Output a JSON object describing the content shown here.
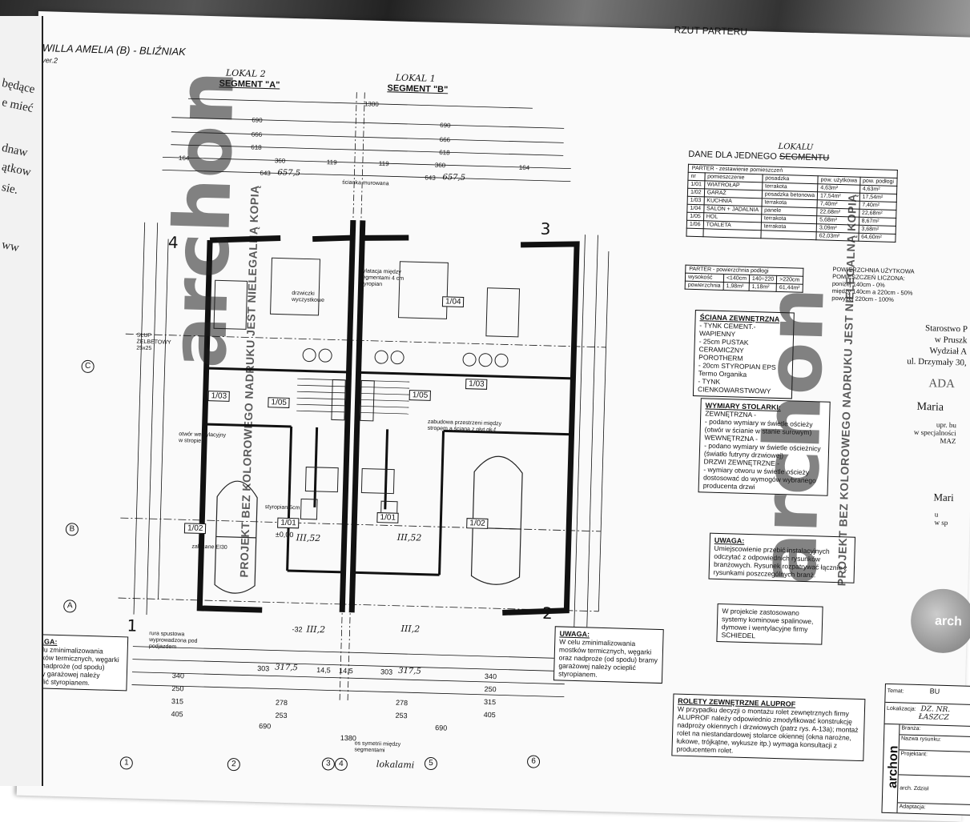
{
  "header": {
    "title": "WILLA AMELIA (B) - BLIŹNIAK",
    "version": "ver.2",
    "sheet_title": "RZUT PARTERU"
  },
  "segments": {
    "a": {
      "label": "SEGMENT \"A\"",
      "handwritten": "LOKAL 2"
    },
    "b": {
      "label": "SEGMENT \"B\"",
      "handwritten": "LOKAL 1"
    }
  },
  "left_page_text": [
    "będące",
    "e mieć",
    "dnaw",
    "ątkow",
    "sie.",
    "ww"
  ],
  "corner_numbers": [
    "4",
    "3",
    "1",
    "2"
  ],
  "axis_labels": [
    "1",
    "2",
    "3",
    "4",
    "5",
    "6",
    "A",
    "B",
    "C"
  ],
  "top_dims": [
    "1380",
    "690",
    "690",
    "666",
    "666",
    "618",
    "618",
    "360",
    "360",
    "119",
    "119",
    "164",
    "164",
    "643",
    "657,5",
    "643",
    "657,5"
  ],
  "bottom_dims": [
    "303",
    "317,5",
    "14,5",
    "14,5",
    "303",
    "317,5",
    "340",
    "340",
    "250",
    "250",
    "315",
    "315",
    "405",
    "405",
    "253",
    "253",
    "278",
    "278",
    "690",
    "690",
    "1380"
  ],
  "rooms": [
    {
      "id": "1/03",
      "side": "a"
    },
    {
      "id": "1/05",
      "side": "a"
    },
    {
      "id": "1/02",
      "side": "a"
    },
    {
      "id": "1/01",
      "side": "a"
    },
    {
      "id": "1/04",
      "side": "b"
    },
    {
      "id": "1/03",
      "side": "b"
    },
    {
      "id": "1/05",
      "side": "b"
    },
    {
      "id": "1/01",
      "side": "b"
    },
    {
      "id": "1/02",
      "side": "b"
    }
  ],
  "plan_notes": [
    "ścianka murowana",
    "dylatacja między segmentami 4 cm styropian",
    "drzwiczki wyczystkowe",
    "SŁUP ŻELBETOWY 25x25",
    "otwór wentylacyjny w stropie",
    "zabudowa przestrzeni między stropem a ścianą z płyt gk-f",
    "zalecane EI30",
    "rura spustowa wyprowadzona pod podjazdem",
    "os symetrii między segmentami",
    "±0,00",
    "-32",
    "styropian 5cm"
  ],
  "handwritten_levels": [
    "III,2",
    "III,2",
    "III,52",
    "III,52",
    "lokalami"
  ],
  "uwaga_left": {
    "title": "UWAGA:",
    "text": "W celu zminimalizowania mostków termicznych, węgarki oraz nadproże (od spodu) bramy garażowej należy ocieplić styropianem."
  },
  "uwaga_right": {
    "title": "UWAGA:",
    "text": "W celu zminimalizowania mostków termicznych, węgarki oraz nadproże (od spodu) bramy garażowej należy ocieplić styropianem."
  },
  "dane": {
    "title": "DANE DLA JEDNEGO",
    "title_struck": "SEGMENTU",
    "title_hand": "LOKALU",
    "table_caption": "PARTER - zestawienie pomieszczeń",
    "headers": [
      "nr",
      "pomieszczenie",
      "posadzka",
      "pow. użytkowa",
      "pow. podłogi"
    ],
    "rows": [
      [
        "1/01",
        "WIATROŁAP",
        "terrakota",
        "4,63m²",
        "4,63m²"
      ],
      [
        "1/02",
        "GARAŻ",
        "posadzka betonowa",
        "17,54m²",
        "17,54m²"
      ],
      [
        "1/03",
        "KUCHNIA",
        "terrakota",
        "7,40m²",
        "7,40m²"
      ],
      [
        "1/04",
        "SALON + JADALNIA",
        "panele",
        "22,68m²",
        "22,68m²"
      ],
      [
        "1/05",
        "HOL",
        "terrakota",
        "5,68m²",
        "8,67m²"
      ],
      [
        "1/06",
        "TOALETA",
        "terrakota",
        "3,09m²",
        "3,68m²"
      ],
      [
        "",
        "",
        "",
        "62,03m²",
        "64,60m²"
      ]
    ]
  },
  "podlogi": {
    "caption": "PARTER - powierzchnia podłogi",
    "headers": [
      "wysokość",
      "<140cm",
      "140÷220",
      ">220cm"
    ],
    "values": [
      "powierzchnia",
      "1,98m²",
      "1,18m²",
      "61,44m²"
    ]
  },
  "powierzchnia": {
    "title": "POWIERZCHNIA UŻYTKOWA",
    "subtitle": "POMIESZCZEŃ LICZONA:",
    "lines": [
      "poniżej 140cm - 0%",
      "między 140cm a 220cm - 50%",
      "powyżej 220cm - 100%"
    ]
  },
  "sciana": {
    "title": "ŚCIANA ZEWNĘTRZNA",
    "lines": [
      "- TYNK CEMENT.-WAPIENNY",
      "- 25cm PUSTAK CERAMICZNY POROTHERM",
      "- 20cm STYROPIAN EPS",
      "  Termo Organika",
      "- TYNK CIENKOWARSTWOWY"
    ]
  },
  "wymiary": {
    "title": "WYMIARY STOLARKI:",
    "lines": [
      "ZEWNĘTRZNA -",
      "- podano wymiary w świetle ościeży",
      "(otwór w ścianie w stanie surowym)",
      "WEWNĘTRZNA -",
      "- podano wymiary w świetle ościeżnicy",
      "(światło futryny drzwiowej)",
      "DRZWI ZEWNĘTRZNE -",
      "- wymiary otworu w świetle ościeży",
      "dostosować do wymogów wybranego",
      "producenta drzwi"
    ]
  },
  "uwaga_instal": {
    "title": "UWAGA:",
    "text": "Umiejscowienie przebić instalacyjnych odczytać z odpowiednich rysunków branżowych. Rysunek rozpatrywać łącznie z rysunkami poszczególnych branż."
  },
  "schiedel": {
    "text": "W projekcie zastosowano systemy kominowe spalinowe, dymowe i wentylacyjne firmy SCHIEDEL"
  },
  "rolety": {
    "title": "ROLETY ZEWNĘTRZNE ALUPROF",
    "text": "W przypadku decyzji o montażu rolet zewnętrznych firmy ALUPROF należy odpowiednio zmodyfikować konstrukcję nadproży okiennych i drzwiowych (patrz rys. A-13a); montaż rolet na niestandardowej stolarce okiennej (okna narożne, łukowe, trójkątne, wykusze itp.) wymaga konsultacji z producentem rolet."
  },
  "stamp": {
    "lines": [
      "Starostwo P",
      "w Pruszk",
      "Wydział A",
      "ul. Drzymały 30,"
    ],
    "name": "ADA",
    "person": "Maria",
    "role": [
      "upr. bu",
      "w specjalności",
      "MAZ"
    ],
    "person2": "Mari",
    "role2": [
      "u",
      "w sp"
    ]
  },
  "titleblock": {
    "temat_label": "Temat:",
    "temat_value": "BU",
    "lok_label": "Lokalizacja:",
    "lok_value": "DZ. NR.",
    "lok_value2": "ŁASZCZ",
    "rows": [
      "Branża:",
      "Nazwa rysunku:",
      "Projektant:",
      "arch. Zdzisł",
      "Adaptacja:"
    ],
    "brand": "archon"
  },
  "watermark": {
    "brand": "archon",
    "text": "PROJEKT BEZ KOLOROWEGO NADRUKU JEST NIELEGALNĄ KOPIĄ"
  },
  "logo_text": "arch"
}
